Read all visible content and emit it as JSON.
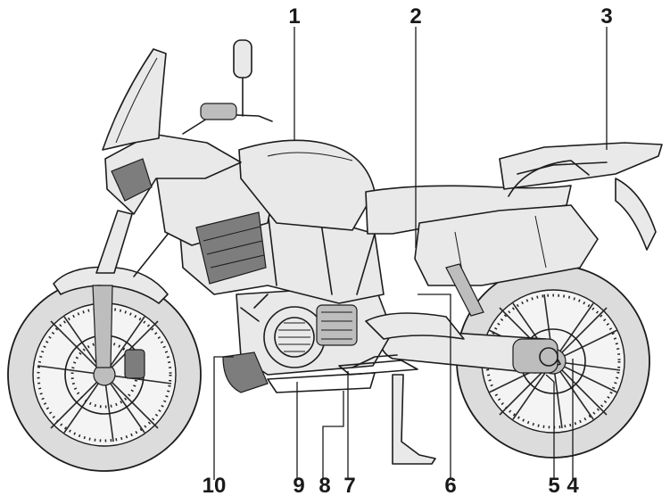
{
  "diagram": {
    "callouts": [
      {
        "id": "1",
        "label": "1"
      },
      {
        "id": "2",
        "label": "2"
      },
      {
        "id": "3",
        "label": "3"
      },
      {
        "id": "4",
        "label": "4"
      },
      {
        "id": "5",
        "label": "5"
      },
      {
        "id": "6",
        "label": "6"
      },
      {
        "id": "7",
        "label": "7"
      },
      {
        "id": "8",
        "label": "8"
      },
      {
        "id": "9",
        "label": "9"
      },
      {
        "id": "10",
        "label": "10"
      }
    ]
  },
  "colors": {
    "ink": "#1c1c1c",
    "panel": "#e9e9e9",
    "tire": "#dcdcdc",
    "shade": "#7d7d7d"
  }
}
